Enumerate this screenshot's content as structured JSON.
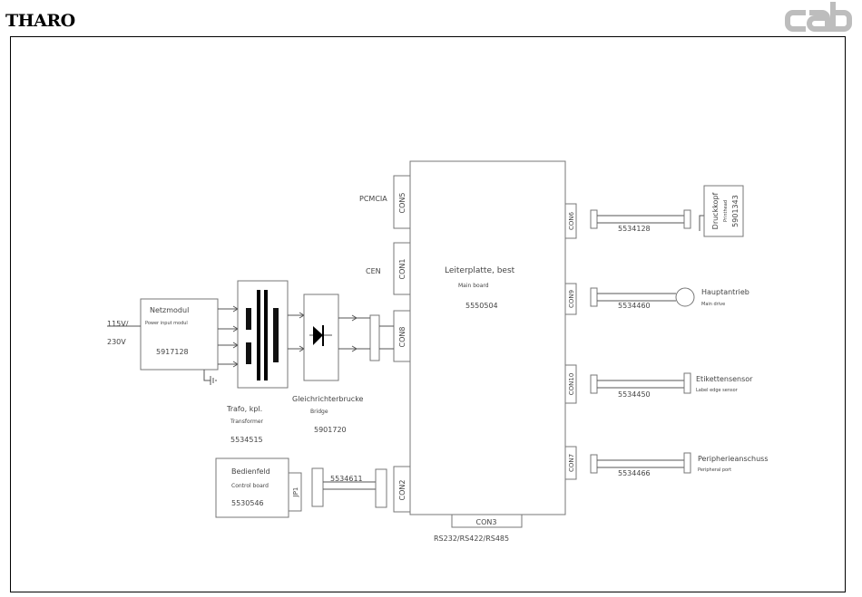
{
  "header": {
    "left_logo": "THARO",
    "right_logo": "cab"
  },
  "diagram": {
    "main_board": {
      "title": "Leiterplatte, best",
      "subtitle": "Main board",
      "part": "5550504"
    },
    "connectors": {
      "con5": "CON5",
      "con1": "CON1",
      "con8": "CON8",
      "con2": "CON2",
      "con3": "CON3",
      "con6": "CON6",
      "con9": "CON9",
      "con10": "CON10",
      "con7": "CON7"
    },
    "side_labels": {
      "pcmcia": "PCMCIA",
      "cen": "CEN",
      "rs_ports": "RS232/RS422/RS485"
    },
    "power_module": {
      "title": "Netzmodul",
      "subtitle": "Power input modul",
      "part": "5917128",
      "voltage_1": "115V/",
      "voltage_2": "230V"
    },
    "transformer": {
      "title": "Trafo, kpl.",
      "subtitle": "Transformer",
      "part": "5534515"
    },
    "bridge": {
      "title": "Gleichrichterbrucke",
      "subtitle": "Bridge",
      "part": "5901720"
    },
    "control_board": {
      "title": "Bedienfeld",
      "subtitle": "Control board",
      "part": "5530546",
      "jumper": "JP1",
      "cable": "5534611"
    },
    "printhead": {
      "title": "Druckkopf",
      "subtitle": "Printhead",
      "part": "5901343",
      "cable": "5534128"
    },
    "main_drive": {
      "title": "Hauptantrieb",
      "subtitle": "Main drive",
      "cable": "5534460"
    },
    "label_sensor": {
      "title": "Etikettensensor",
      "subtitle": "Label edge sensor",
      "cable": "5534450"
    },
    "peripheral": {
      "title": "Peripherieanschuss",
      "subtitle": "Peripheral port",
      "cable": "5534466"
    }
  }
}
